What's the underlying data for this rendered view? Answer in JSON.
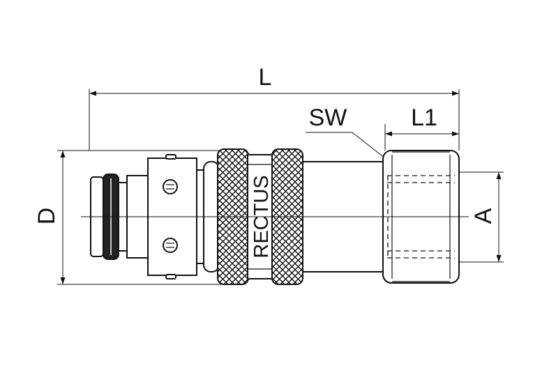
{
  "drawing": {
    "dimensions": {
      "overall_length": "L",
      "diameter": "D",
      "wrench_size": "SW",
      "hex_length": "L1",
      "thread": "A"
    },
    "sleeve_marking": "RECTUS"
  }
}
